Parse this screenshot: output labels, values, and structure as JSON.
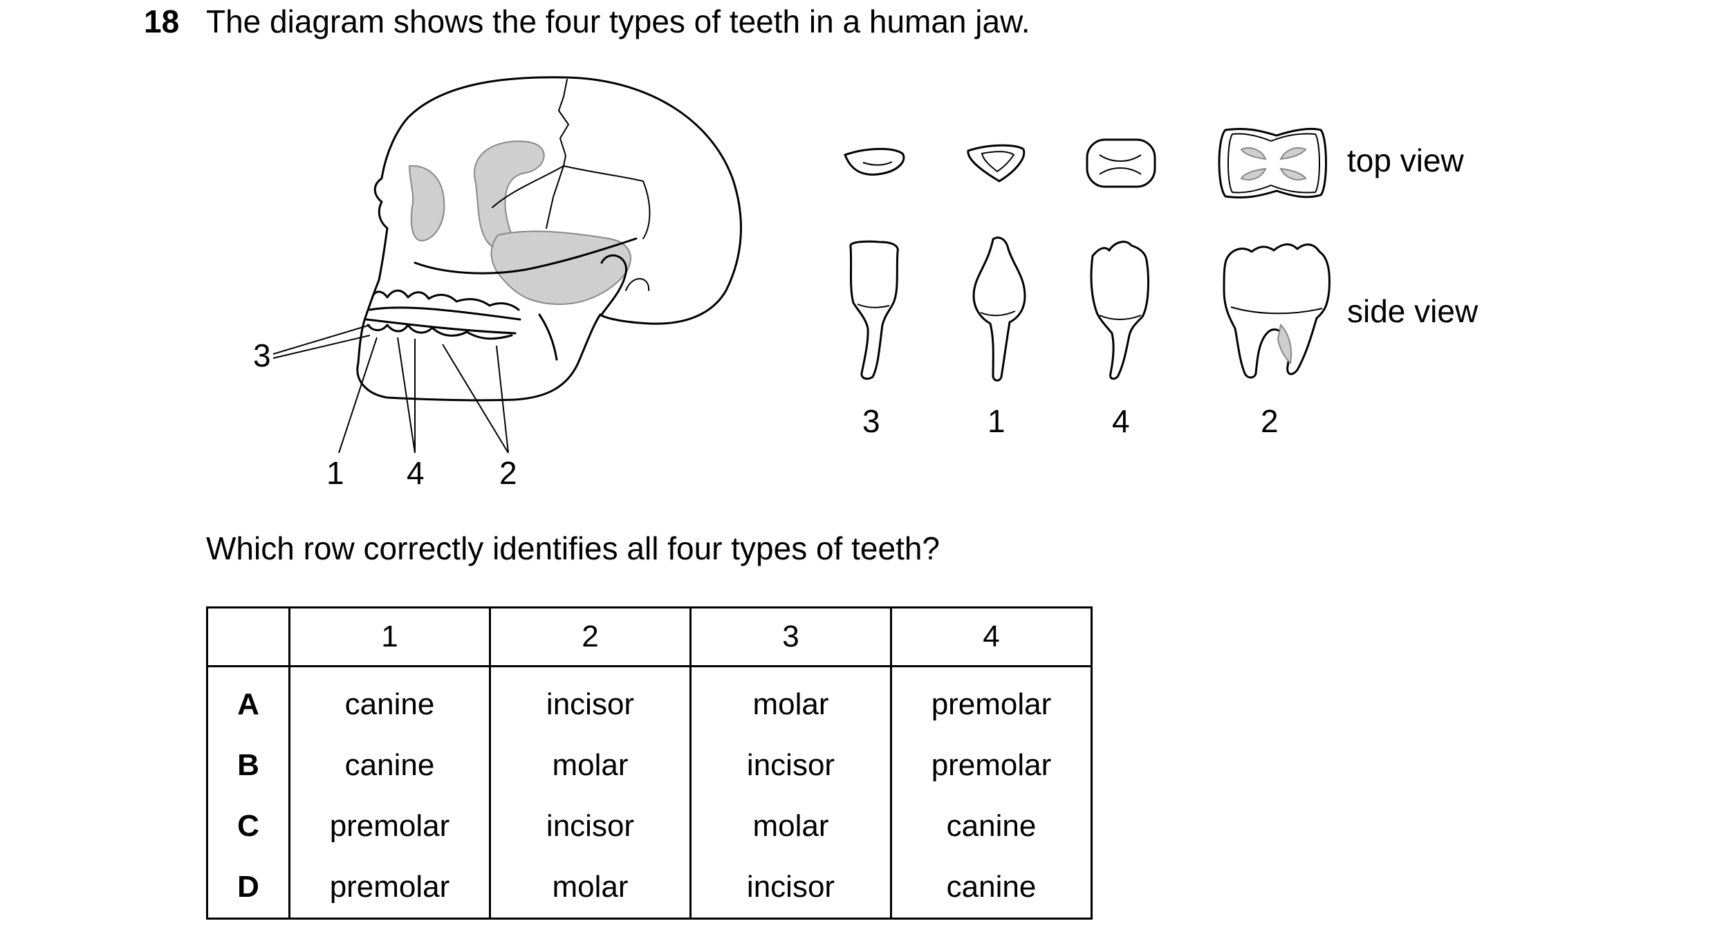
{
  "question": {
    "number": "18",
    "text": "The diagram shows the four types of teeth in a human jaw.",
    "prompt": "Which row correctly identifies all four types of teeth?"
  },
  "diagram": {
    "skull_labels": {
      "left": "3",
      "bottom": [
        "1",
        "4",
        "2"
      ]
    },
    "tooth_labels": [
      "3",
      "1",
      "4",
      "2"
    ],
    "view_labels": {
      "top": "top view",
      "side": "side view"
    }
  },
  "table": {
    "headers": [
      "",
      "1",
      "2",
      "3",
      "4"
    ],
    "rows": [
      {
        "letter": "A",
        "cells": [
          "canine",
          "incisor",
          "molar",
          "premolar"
        ]
      },
      {
        "letter": "B",
        "cells": [
          "canine",
          "molar",
          "incisor",
          "premolar"
        ]
      },
      {
        "letter": "C",
        "cells": [
          "premolar",
          "incisor",
          "molar",
          "canine"
        ]
      },
      {
        "letter": "D",
        "cells": [
          "premolar",
          "molar",
          "incisor",
          "canine"
        ]
      }
    ]
  }
}
